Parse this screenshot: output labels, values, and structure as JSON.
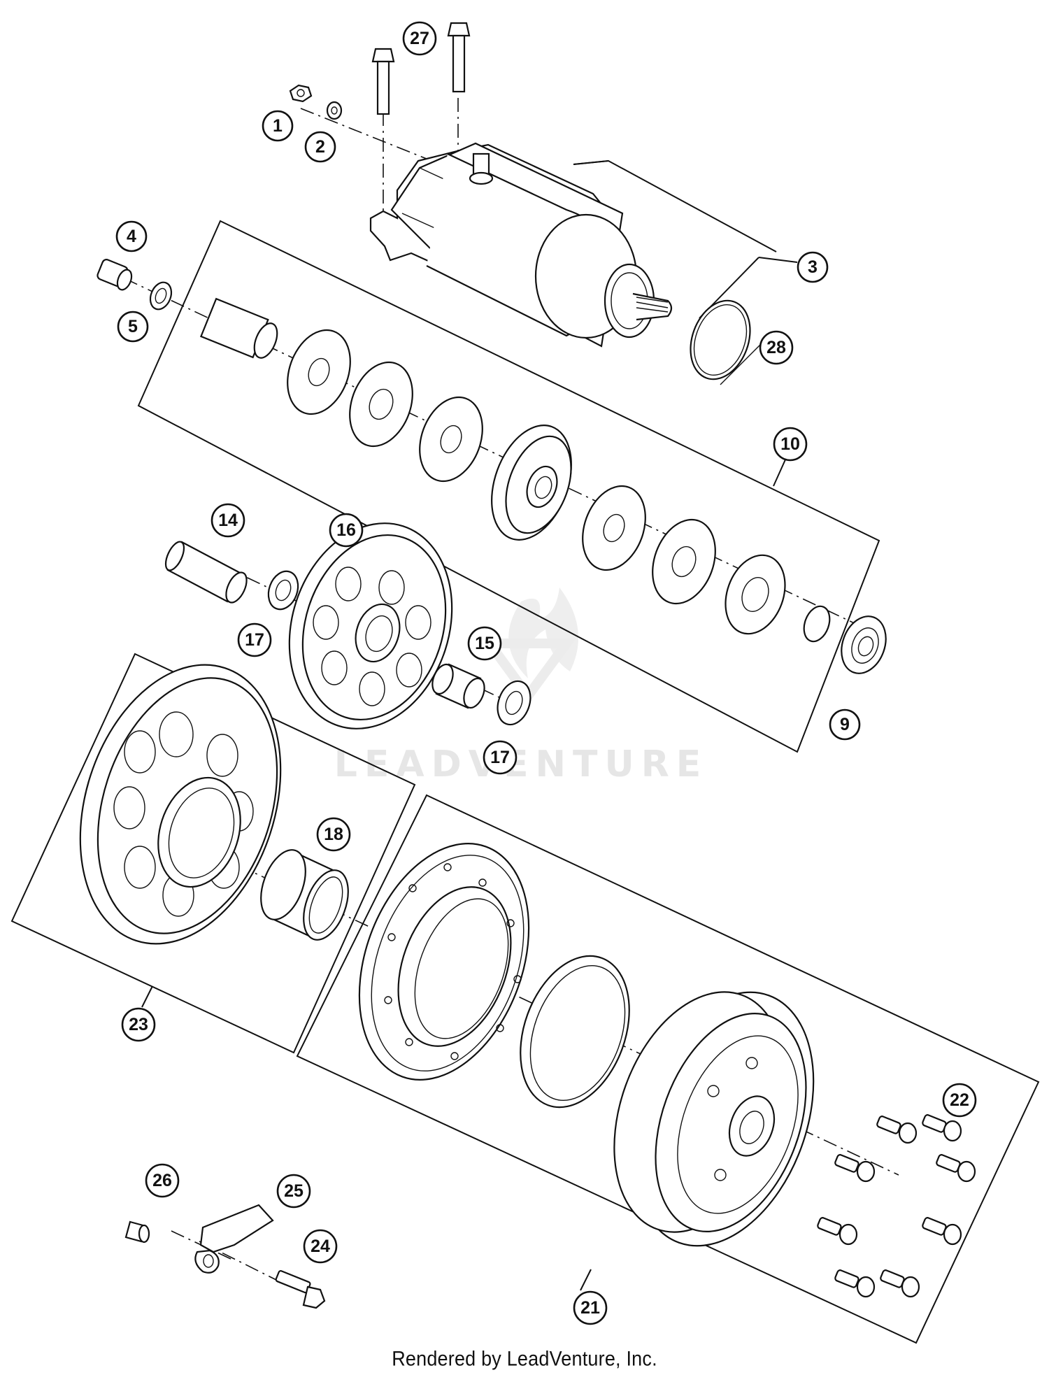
{
  "callouts": [
    {
      "id": "c1",
      "label": "1"
    },
    {
      "id": "c2",
      "label": "2"
    },
    {
      "id": "c3",
      "label": "3"
    },
    {
      "id": "c4",
      "label": "4"
    },
    {
      "id": "c5",
      "label": "5"
    },
    {
      "id": "c9",
      "label": "9"
    },
    {
      "id": "c10",
      "label": "10"
    },
    {
      "id": "c14",
      "label": "14"
    },
    {
      "id": "c15",
      "label": "15"
    },
    {
      "id": "c16",
      "label": "16"
    },
    {
      "id": "c17a",
      "label": "17"
    },
    {
      "id": "c17b",
      "label": "17"
    },
    {
      "id": "c18",
      "label": "18"
    },
    {
      "id": "c21",
      "label": "21"
    },
    {
      "id": "c22",
      "label": "22"
    },
    {
      "id": "c23",
      "label": "23"
    },
    {
      "id": "c24",
      "label": "24"
    },
    {
      "id": "c25",
      "label": "25"
    },
    {
      "id": "c26",
      "label": "26"
    },
    {
      "id": "c27",
      "label": "27"
    },
    {
      "id": "c28",
      "label": "28"
    }
  ],
  "watermark": "LEADVENTURE",
  "footer": "Rendered by LeadVenture, Inc."
}
